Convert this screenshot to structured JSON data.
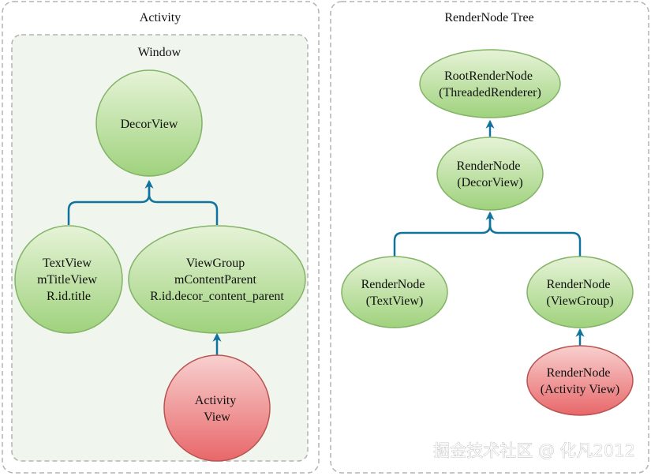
{
  "activity_panel": {
    "title": "Activity",
    "window_title": "Window",
    "nodes": {
      "decor_view": [
        "DecorView"
      ],
      "text_view": [
        "TextView",
        "mTitleView",
        "R.id.title"
      ],
      "view_group": [
        "ViewGroup",
        "mContentParent",
        "R.id.decor_content_parent"
      ],
      "activity_view": [
        "Activity",
        "View"
      ]
    }
  },
  "rendernode_panel": {
    "title": "RenderNode Tree",
    "nodes": {
      "root": [
        "RootRenderNode",
        "(ThreadedRenderer)"
      ],
      "decor": [
        "RenderNode",
        "(DecorView)"
      ],
      "text": [
        "RenderNode",
        "(TextView)"
      ],
      "group": [
        "RenderNode",
        "(ViewGroup)"
      ],
      "activity": [
        "RenderNode",
        "(Activity View)"
      ]
    }
  },
  "watermark": "掘金技术社区 @ 化凡2012",
  "colors": {
    "green_fill_top": "#e6f3d7",
    "green_fill_bottom": "#9fd27d",
    "green_stroke": "#82b366",
    "red_fill_top": "#f8d0cf",
    "red_fill_bottom": "#e8676a",
    "red_stroke": "#b85450",
    "connector": "#10739e",
    "panel_border": "#b3b3b3",
    "window_fill": "#f0f5ee"
  }
}
